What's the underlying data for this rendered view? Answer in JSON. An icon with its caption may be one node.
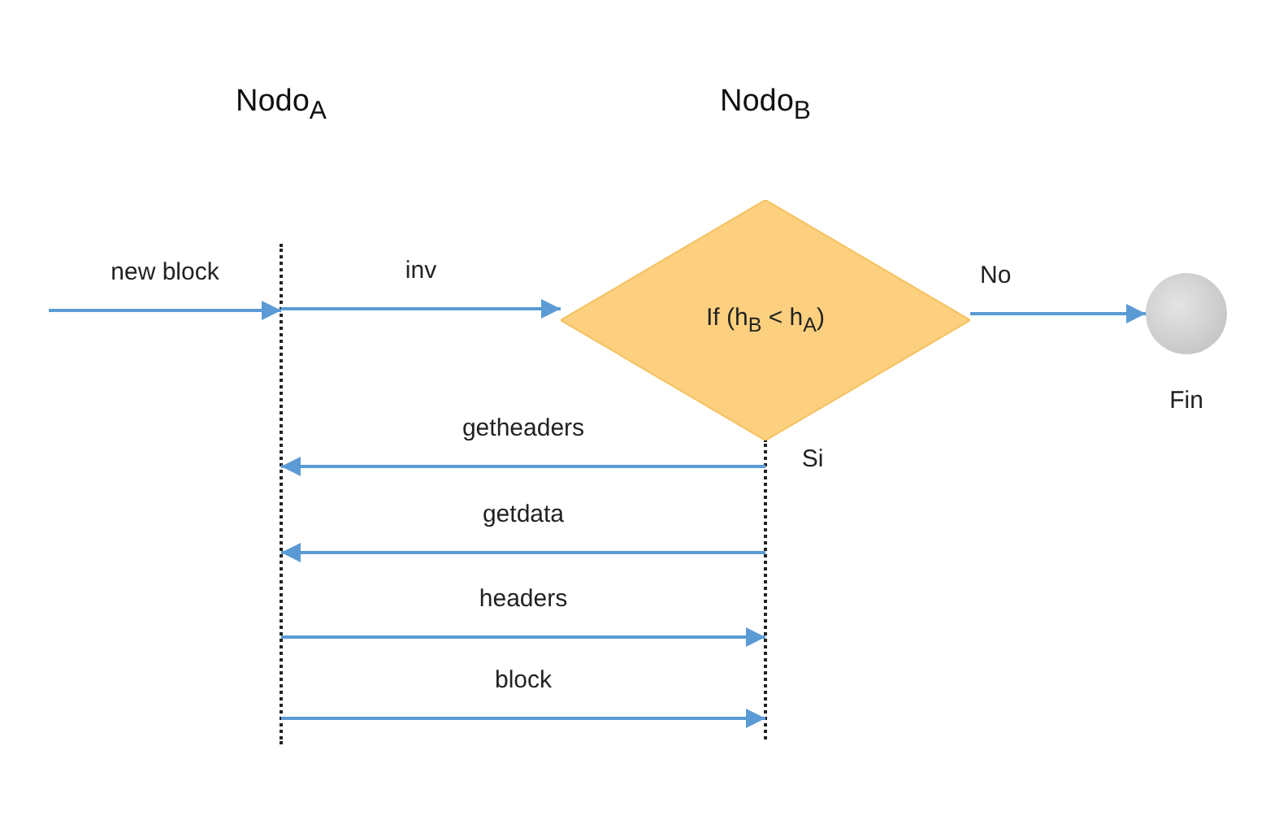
{
  "diagram": {
    "nodes": [
      {
        "text": [
          "Nodo$_{A}$"
        ]
      },
      {
        "text": [
          "Nodo$_{B}$"
        ]
      },
      {
        "text": [
          "If (h$_{B}$ < h$_{A}$)"
        ]
      },
      {
        "text": [],
        "shape": "circle",
        "beside": [
          "Fin"
        ]
      }
    ],
    "edges": [
      {
        "from": null,
        "to": 0,
        "arrow": "to",
        "label": "new block"
      },
      {
        "from": 0,
        "to": 2,
        "arrow": "to",
        "label": "inv"
      },
      {
        "from": 2,
        "to": 3,
        "arrow": "to",
        "label": "No"
      },
      {
        "from": 1,
        "to": 0,
        "arrow": "to",
        "label": "getheaders"
      },
      {
        "from": 1,
        "to": 0,
        "arrow": "to",
        "label": "getdata"
      },
      {
        "from": 0,
        "to": 1,
        "arrow": "to",
        "label": "headers"
      },
      {
        "from": 0,
        "to": 1,
        "arrow": "to",
        "label": "block"
      }
    ],
    "labels": [
      "Si"
    ]
  }
}
